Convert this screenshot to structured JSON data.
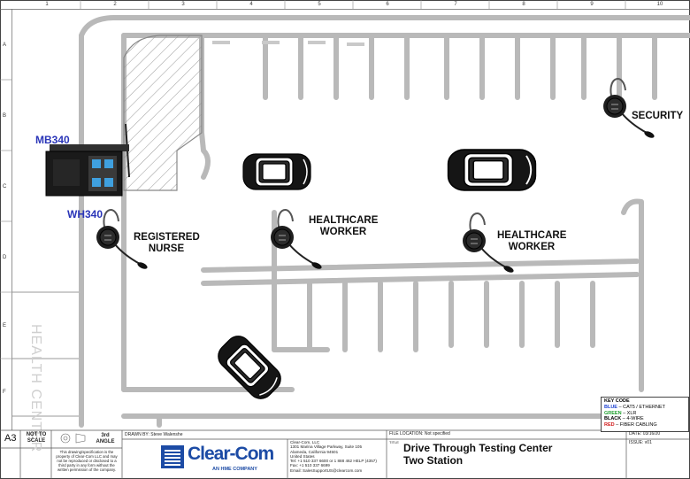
{
  "grid": {
    "columns": [
      "1",
      "2",
      "3",
      "4",
      "5",
      "6",
      "7",
      "8",
      "9",
      "10"
    ],
    "rows": [
      "A",
      "B",
      "C",
      "D",
      "E",
      "F"
    ]
  },
  "labels": {
    "mb340": "MB340",
    "wh340": "WH340",
    "registered_nurse": [
      "REGISTERED",
      "NURSE"
    ],
    "healthcare_worker_1": [
      "HEALTHCARE",
      "WORKER"
    ],
    "healthcare_worker_2": [
      "HEALTHCARE",
      "WORKER"
    ],
    "security": "SECURITY",
    "health_center": "HEALTH CENTER"
  },
  "key": {
    "title": "KEY CODE",
    "items": [
      {
        "color_word": "BLUE",
        "rest": " – CAT5 / ETHERNET",
        "color": "#1a3fd1"
      },
      {
        "color_word": "GREEN",
        "rest": " – XLR",
        "color": "#1d9e2c"
      },
      {
        "color_word": "BLACK",
        "rest": " – 4-WIRE",
        "color": "#000000"
      },
      {
        "color_word": "RED",
        "rest": " – FIBER CABLING",
        "color": "#d11a1a"
      }
    ]
  },
  "title_block": {
    "sheet_size": "A3",
    "not_to_scale": "NOT TO SCALE",
    "angle": "3rd ANGLE",
    "disclaimer": [
      "This drawing/specification is the",
      "property of Clear-Com LLC and may",
      "not be reproduced or disclosed to a",
      "third party in any form without the",
      "written permission of the company."
    ],
    "drawn_by": "DRAWN BY: Steve Walenshe",
    "logo_text": "Clear-Com",
    "logo_tagline": "AN HME COMPANY",
    "address": [
      "Clear-Com, LLC",
      "1301 Marina Village Parkway, Suite 105",
      "Alameda, California 94501",
      "United States",
      "Tel: +1 510 337 6600 or 1 888 462 HELP (4357)",
      "Fax: +1 510 337 6699",
      "Email: SalesSupportUS@clearcom.com"
    ],
    "file_location": "FILE LOCATION: Not specified",
    "date": "DATE: 03/16/20",
    "title_label": "TITLE",
    "title": [
      "Drive Through Testing Center",
      "Two Station"
    ],
    "issue": "ISSUE: v01"
  },
  "colors": {
    "label_blue": "#2a35b8",
    "logo_blue": "#1c4ba5"
  }
}
